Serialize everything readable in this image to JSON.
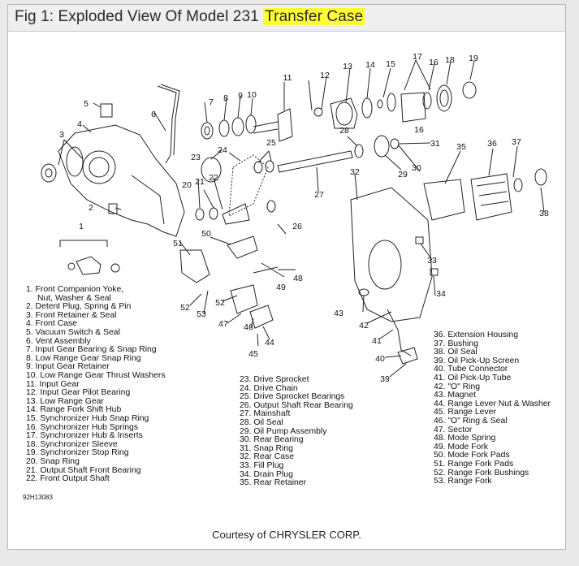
{
  "title_prefix": "Fig 1: Exploded View Of Model 231 ",
  "title_highlight": "Transfer Case",
  "highlight_color": "#ffff33",
  "legend_col1": [
    "1. Front Companion Yoke,",
    "Nut, Washer & Seal",
    "2. Detent Plug, Spring & Pin",
    "3. Front Retainer & Seal",
    "4. Front Case",
    "5. Vacuum Switch & Seal",
    "6. Vent Assembly",
    "7. Input Gear Bearing & Snap Ring",
    "8. Low Range Gear Snap Ring",
    "9. Input Gear Retainer",
    "10. Low Range Gear Thrust Washers",
    "11. Input Gear",
    "12. Input Gear Pilot Bearing",
    "13. Low Range Gear",
    "14. Range Fork Shift Hub",
    "15. Synchronizer Hub Snap Ring",
    "16. Synchronizer Hub Springs",
    "17. Synchronizer Hub & Inserts",
    "18. Synchronizer Sleeve",
    "19. Synchronizer Stop Ring",
    "20. Snap Ring",
    "21. Output Shaft Front Bearing",
    "22. Front Output Shaft"
  ],
  "legend_col2": [
    "23. Drive Sprocket",
    "24. Drive Chain",
    "25. Drive Sprocket Bearings",
    "26. Output Shaft Rear Bearing",
    "27. Mainshaft",
    "28. Oil Seal",
    "29. Oil Pump Assembly",
    "30. Rear Bearing",
    "31. Snap Ring",
    "32. Rear Case",
    "33. Fill Plug",
    "34. Drain Plug",
    "35. Rear Retainer"
  ],
  "legend_col3": [
    "36. Extension Housing",
    "37. Bushing",
    "38. Oil Seal",
    "39. Oil Pick-Up Screen",
    "40. Tube Connector",
    "41. Oil Pick-Up Tube",
    "42. \"O\" Ring",
    "43. Magnet",
    "44. Range Lever Nut & Washer",
    "45. Range Lever",
    "46. \"O\" Ring & Seal",
    "47. Sector",
    "48. Mode Spring",
    "49. Mode Fork",
    "50. Mode Fork Pads",
    "51. Range Fork Pads",
    "52. Range Fork Bushings",
    "53. Range Fork"
  ],
  "callouts": [
    "1",
    "2",
    "3",
    "4",
    "5",
    "6",
    "7",
    "8",
    "9",
    "10",
    "11",
    "12",
    "13",
    "14",
    "15",
    "16",
    "16",
    "17",
    "18",
    "19",
    "20",
    "21",
    "22",
    "23",
    "24",
    "25",
    "26",
    "27",
    "28",
    "29",
    "30",
    "31",
    "32",
    "33",
    "34",
    "35",
    "36",
    "37",
    "38",
    "40",
    "41",
    "42",
    "43",
    "44",
    "45",
    "46",
    "47",
    "48",
    "49",
    "50",
    "51",
    "52",
    "52",
    "53",
    "39"
  ],
  "figure_code": "92H13083",
  "courtesy": "Courtesy of CHRYSLER CORP."
}
